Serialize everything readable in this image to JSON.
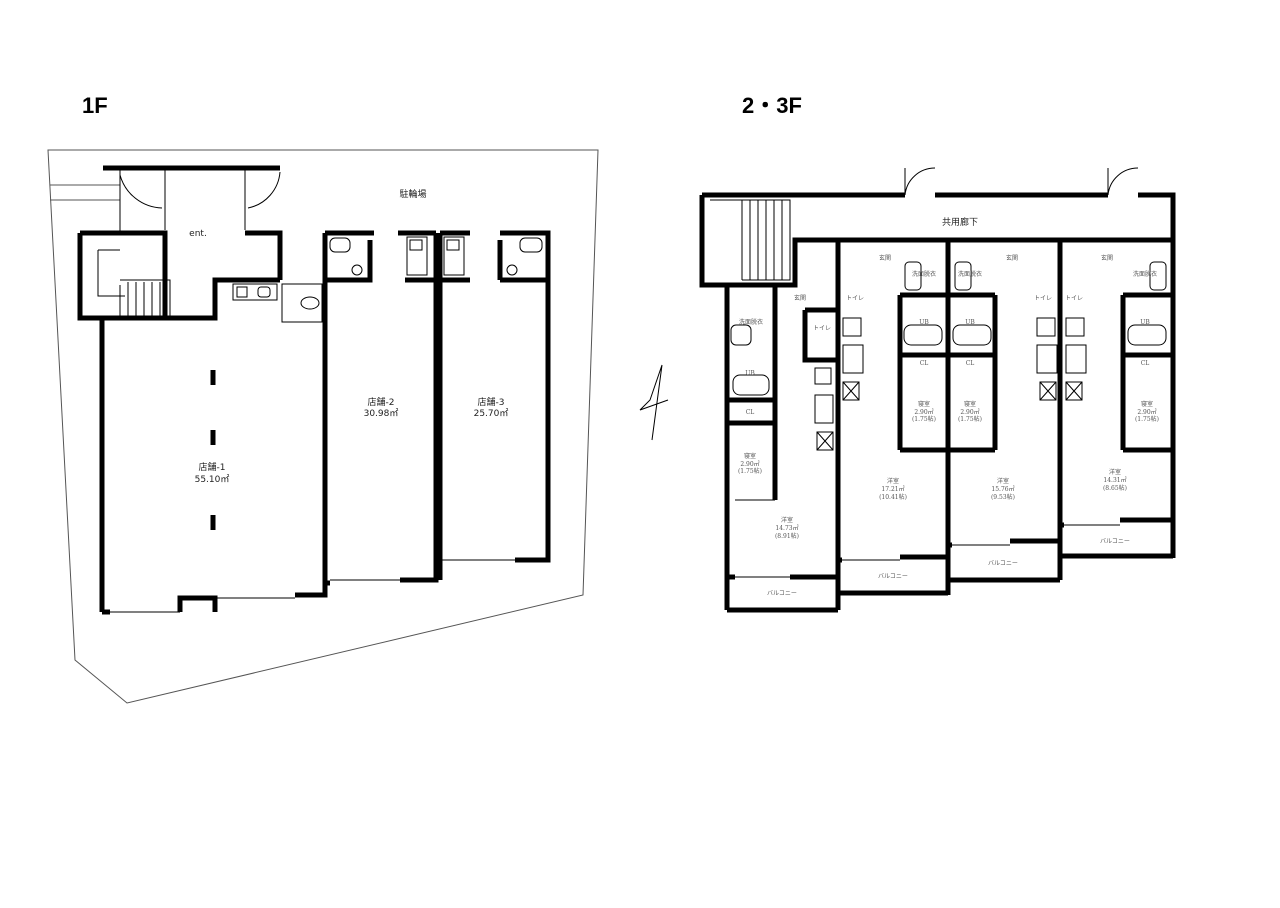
{
  "floor_1": {
    "title": "1F",
    "bicycle_parking": "駐輪場",
    "entrance": "ent.",
    "stores": [
      {
        "name": "店舗-1",
        "area": "55.10㎡"
      },
      {
        "name": "店舗-2",
        "area": "30.98㎡"
      },
      {
        "name": "店舗-3",
        "area": "25.70㎡"
      }
    ]
  },
  "floor_2_3": {
    "title": "2・3F",
    "corridor": "共用廊下",
    "common": {
      "entrance": "玄関",
      "toilet": "トイレ",
      "washroom": "洗面脱衣",
      "bath": "UB",
      "closet": "CL",
      "bedroom": "寝室",
      "western_room": "洋室",
      "balcony": "バルコニー"
    },
    "units": [
      {
        "bedroom_area": "2.90㎡",
        "bedroom_jo": "(1.75帖)",
        "room_area": "14.73㎡",
        "room_jo": "(8.91帖)"
      },
      {
        "bedroom_area": "2.90㎡",
        "bedroom_jo": "(1.75帖)",
        "room_area": "17.21㎡",
        "room_jo": "(10.41帖)"
      },
      {
        "bedroom_area": "2.90㎡",
        "bedroom_jo": "(1.75帖)",
        "room_area": "15.76㎡",
        "room_jo": "(9.53帖)"
      },
      {
        "bedroom_area": "2.90㎡",
        "bedroom_jo": "(1.75帖)",
        "room_area": "14.31㎡",
        "room_jo": "(8.65帖)"
      }
    ]
  }
}
